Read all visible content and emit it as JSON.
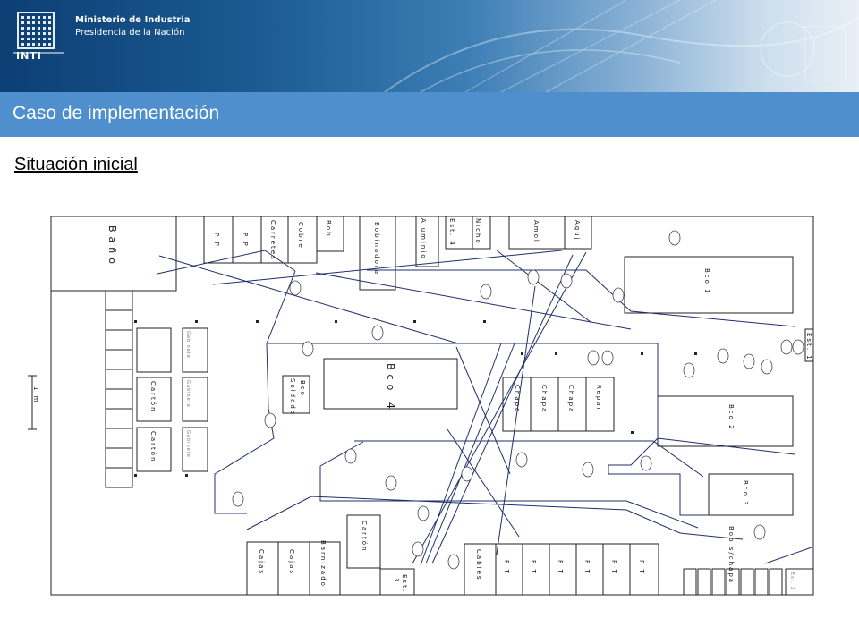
{
  "header": {
    "org_line1": "Ministerio de Industria",
    "org_line2": "Presidencia de la Nación",
    "logo_text": "INTI",
    "section_title": "Caso de implementación"
  },
  "subtitle": "Situación inicial",
  "plan": {
    "bano": "Baño",
    "pp1": "P P",
    "pp2": "P P",
    "carretes": "Carretes",
    "cobre": "Cobre",
    "bob": "Bob",
    "bobinadora": "Bobinadora",
    "aluminio": "Aluminio",
    "est4": "Est. 4",
    "nicho": "Nicho",
    "amol": "Amol",
    "aguj": "Aguj",
    "bco1": "Bco 1",
    "est1": "Est. 1",
    "gabinete1": "Gabinete",
    "gabinete2": "Gabinete",
    "gabinete3": "Gabinete",
    "carton1": "Cartón",
    "carton2": "Cartón",
    "bco_soldado_1": "Bco",
    "bco_soldado_2": "Soldado",
    "bco4": "Bco 4",
    "chapa1": "Chapa",
    "chapa2": "Chapa",
    "chapa3": "Chapa",
    "repar": "Repar",
    "bco2": "Bco 2",
    "bco3": "Bco 3",
    "scale": "1 m",
    "carton3": "Cartón",
    "cajas1": "Cajas",
    "cajas2": "Cajas",
    "barnizado": "Barnizado",
    "est3_1": "Est.",
    "est3_2": "3",
    "cables": "Cables",
    "pt1": "P T",
    "pt2": "P T",
    "pt3": "P T",
    "pt4": "P T",
    "pt5": "P T",
    "pt6": "P T",
    "bob_chapa": "Bob s/chapa",
    "est2": "Est. 2"
  },
  "colors": {
    "title_bar": "#4f8fce",
    "banner_dark": "#0c3f74",
    "route_lines": "#1f2f6b"
  }
}
